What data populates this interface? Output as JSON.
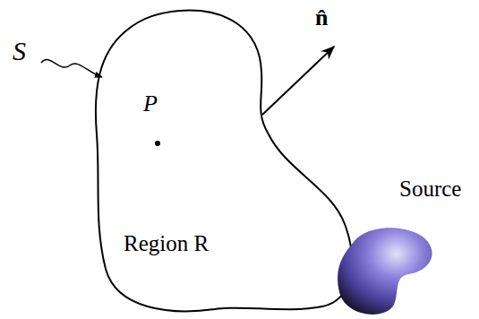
{
  "diagram": {
    "nodes": [
      {
        "text": [
          "P",
          "Region R"
        ]
      },
      {
        "text": [
          "Source"
        ]
      }
    ],
    "labels": [
      "S",
      "n̂"
    ]
  }
}
